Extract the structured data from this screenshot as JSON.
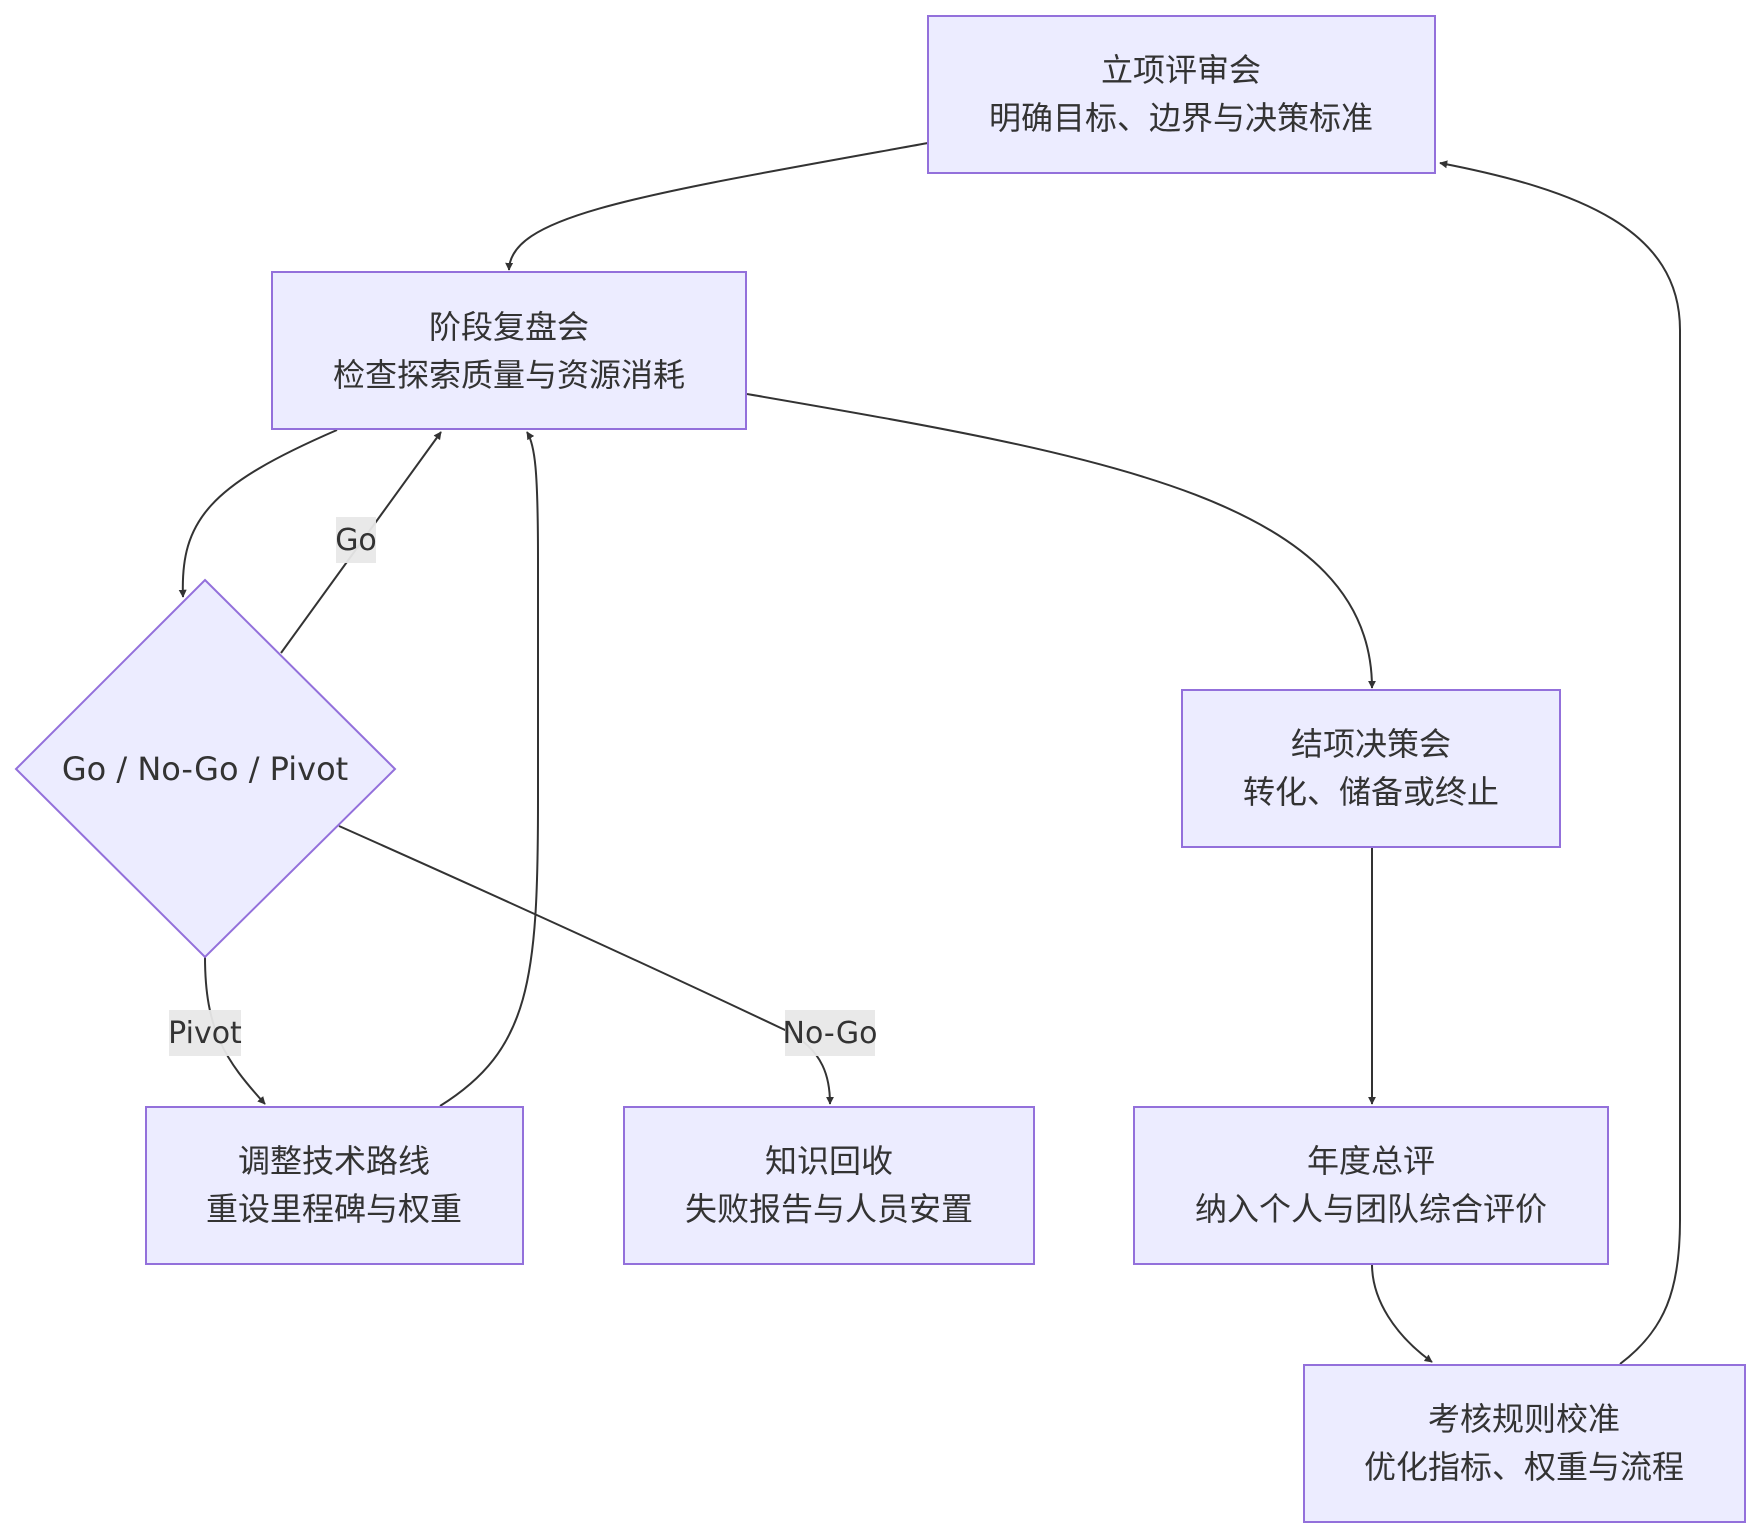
{
  "nodes": {
    "approval": {
      "line1": "立项评审会",
      "line2": "明确目标、边界与决策标准"
    },
    "stage_review": {
      "line1": "阶段复盘会",
      "line2": "检查探索质量与资源消耗"
    },
    "decision": {
      "line1": "Go / No-Go / Pivot"
    },
    "closure": {
      "line1": "结项决策会",
      "line2": "转化、储备或终止"
    },
    "adjust": {
      "line1": "调整技术路线",
      "line2": "重设里程碑与权重"
    },
    "knowledge": {
      "line1": "知识回收",
      "line2": "失败报告与人员安置"
    },
    "annual": {
      "line1": "年度总评",
      "line2": "纳入个人与团队综合评价"
    },
    "calibration": {
      "line1": "考核规则校准",
      "line2": "优化指标、权重与流程"
    }
  },
  "edge_labels": {
    "go": "Go",
    "pivot": "Pivot",
    "nogo": "No-Go"
  },
  "colors": {
    "node_fill": "#ECECFF",
    "node_stroke": "#9370DB",
    "edge": "#333333",
    "label_bg": "#E8E8E8"
  }
}
